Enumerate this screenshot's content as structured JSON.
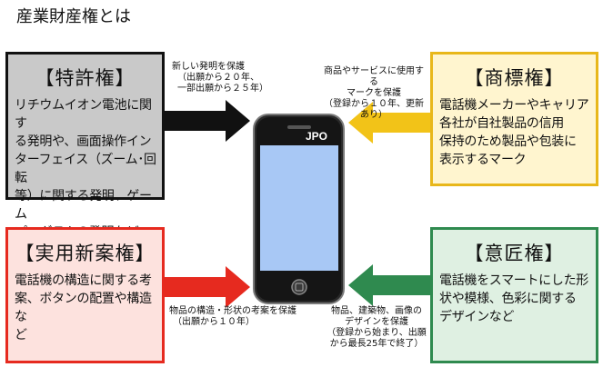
{
  "title": "産業財産権とは",
  "tokkyo": {
    "head": "【特許権】",
    "desc": [
      "リチウムイオン電池に関す",
      "る発明や、画面操作イン",
      "ターフェイス（ズーム･回転",
      "等）に関する発明、ゲーム",
      "プログラムの発明など"
    ],
    "note": [
      "新しい発明を保護",
      "（出願から２０年、",
      "一部出願から２５年）"
    ],
    "color": "#111111"
  },
  "shohyo": {
    "head": "【商標権】",
    "desc": [
      "電話機メーカーやキャリア",
      "各社が自社製品の信用",
      "保持のため製品や包装に",
      "表示するマーク"
    ],
    "note": [
      "商品やサービスに使用する",
      "マークを保護",
      "（登録から１０年、更新あり）"
    ],
    "color": "#f2c318"
  },
  "jitsuyo": {
    "head": "【実用新案権】",
    "desc": [
      "電話機の構造に関する考",
      "案、ボタンの配置や構造な",
      "ど"
    ],
    "note": [
      "物品の構造・形状の考案を保護",
      "（出願から１０年）"
    ],
    "color": "#e62a1f"
  },
  "isho": {
    "head": "【意匠権】",
    "desc": [
      "電話機をスマートにした形",
      "状や模様、色彩に関する",
      "デザインなど"
    ],
    "note": [
      "物品、建築物、画像の",
      "デザインを保護",
      "（登録から始まり、出願",
      "から最長25年で終了）"
    ],
    "color": "#2f8a4f"
  },
  "phone": {
    "logo": "JPO",
    "screen_color": "#a8c8f5"
  }
}
